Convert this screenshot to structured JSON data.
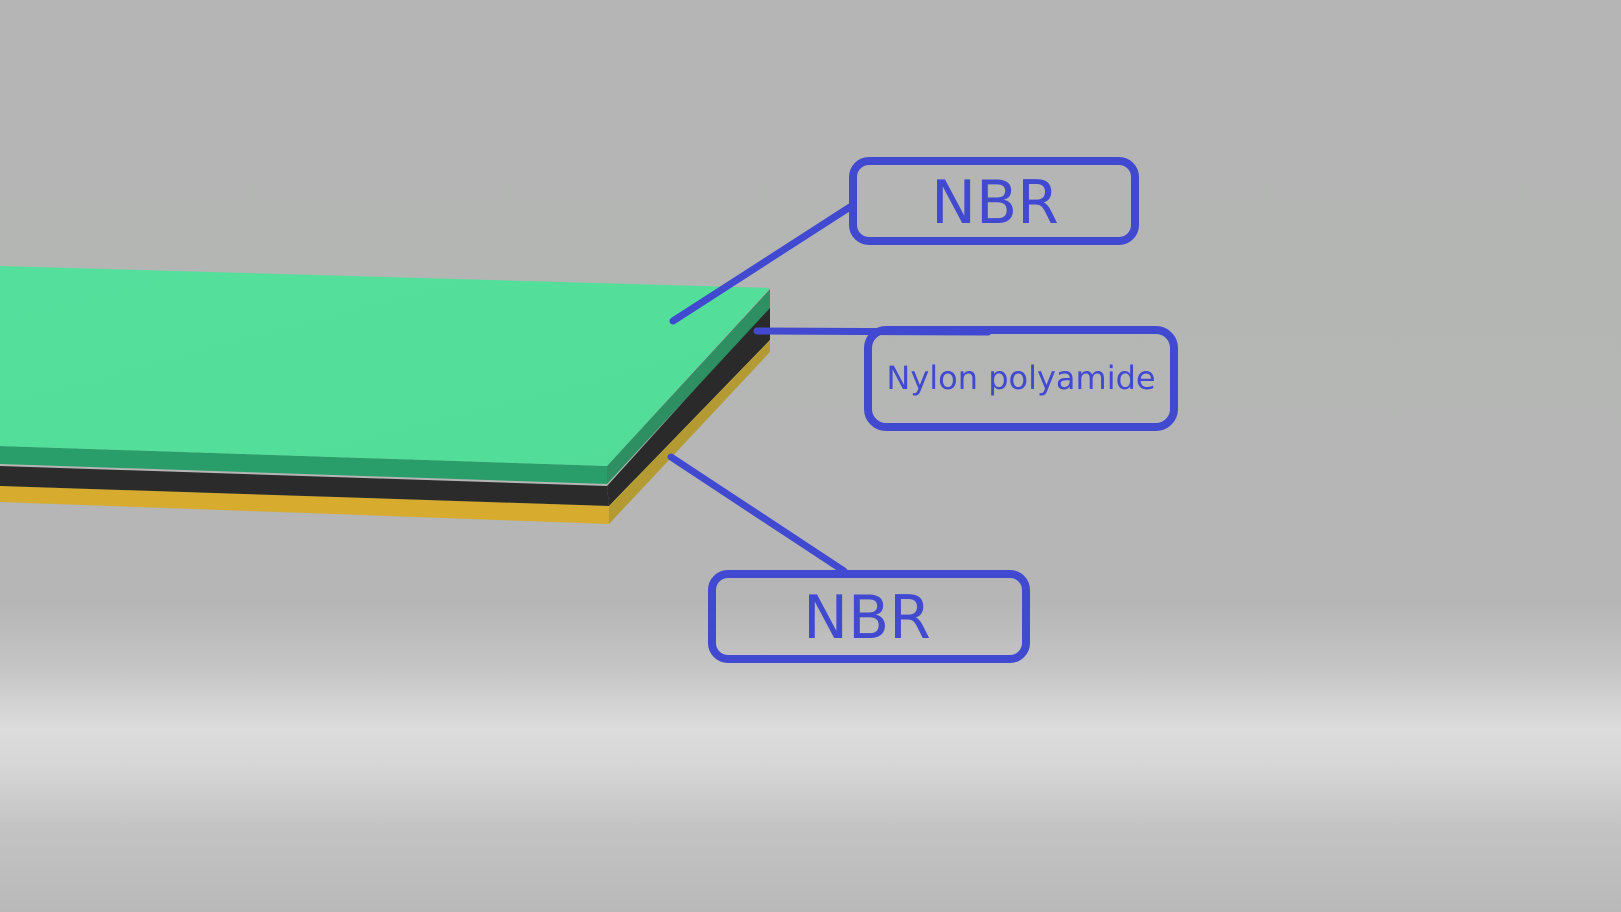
{
  "diagram": {
    "labels": {
      "top_layer": "NBR",
      "middle_layer": "Nylon polyamide",
      "bottom_layer": "NBR"
    },
    "layer_colors": {
      "top_face": "#55df9b",
      "top_edge": "#2a9e6a",
      "middle": "#2a2a2a",
      "bottom_face": "#e3c63c",
      "bottom_edge": "#d4a92e"
    },
    "callout_color": "#4149d1"
  }
}
